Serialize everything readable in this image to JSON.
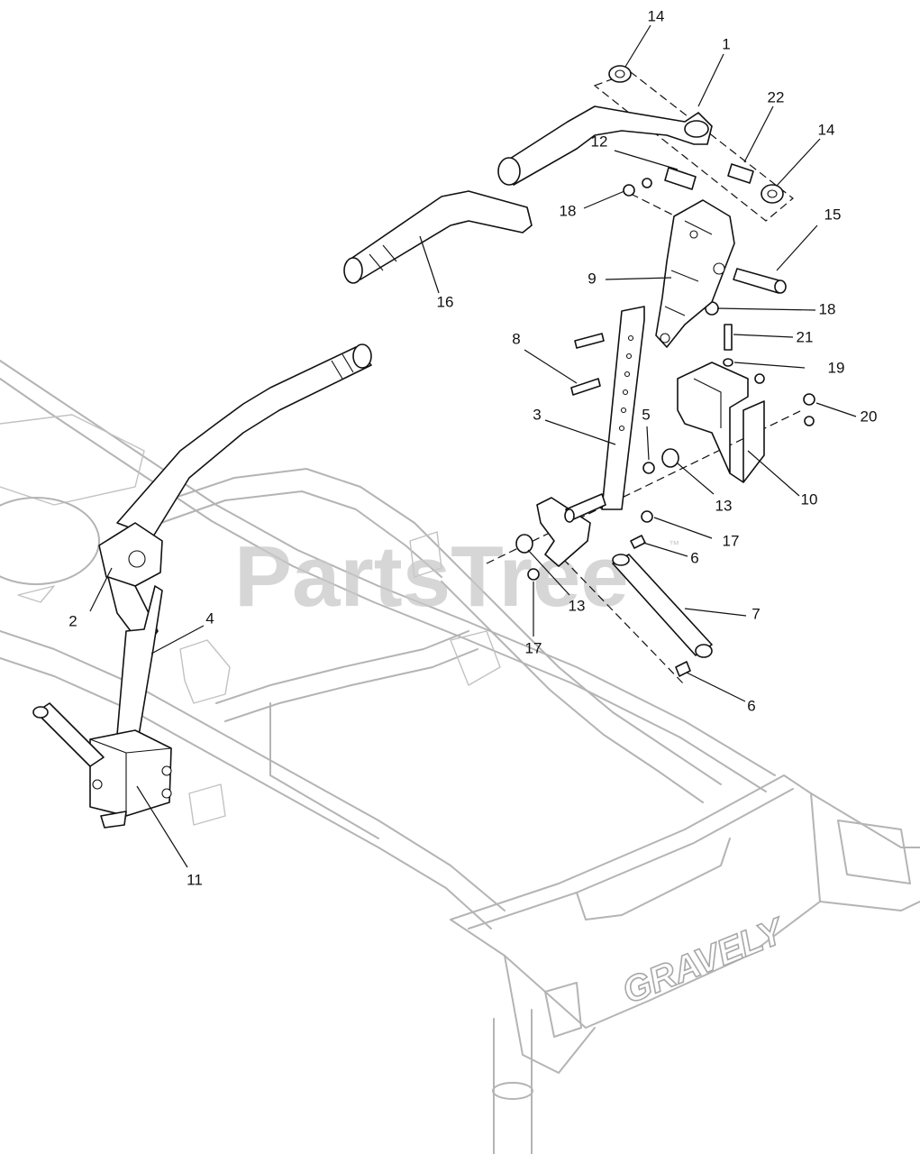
{
  "watermark": {
    "text": "PartsTree",
    "trademark": "™"
  },
  "frame_brand": "GRAVELY",
  "callouts": [
    {
      "id": "c14a",
      "label": "14"
    },
    {
      "id": "c1",
      "label": "1"
    },
    {
      "id": "c22",
      "label": "22"
    },
    {
      "id": "c12",
      "label": "12"
    },
    {
      "id": "c14b",
      "label": "14"
    },
    {
      "id": "c18a",
      "label": "18"
    },
    {
      "id": "c15",
      "label": "15"
    },
    {
      "id": "c16",
      "label": "16"
    },
    {
      "id": "c9",
      "label": "9"
    },
    {
      "id": "c18b",
      "label": "18"
    },
    {
      "id": "c8",
      "label": "8"
    },
    {
      "id": "c21",
      "label": "21"
    },
    {
      "id": "c19",
      "label": "19"
    },
    {
      "id": "c3",
      "label": "3"
    },
    {
      "id": "c5",
      "label": "5"
    },
    {
      "id": "c20",
      "label": "20"
    },
    {
      "id": "c13a",
      "label": "13"
    },
    {
      "id": "c10",
      "label": "10"
    },
    {
      "id": "c17a",
      "label": "17"
    },
    {
      "id": "c6a",
      "label": "6"
    },
    {
      "id": "c13b",
      "label": "13"
    },
    {
      "id": "c7",
      "label": "7"
    },
    {
      "id": "c2",
      "label": "2"
    },
    {
      "id": "c4",
      "label": "4"
    },
    {
      "id": "c17b",
      "label": "17"
    },
    {
      "id": "c6b",
      "label": "6"
    },
    {
      "id": "c11",
      "label": "11"
    }
  ]
}
